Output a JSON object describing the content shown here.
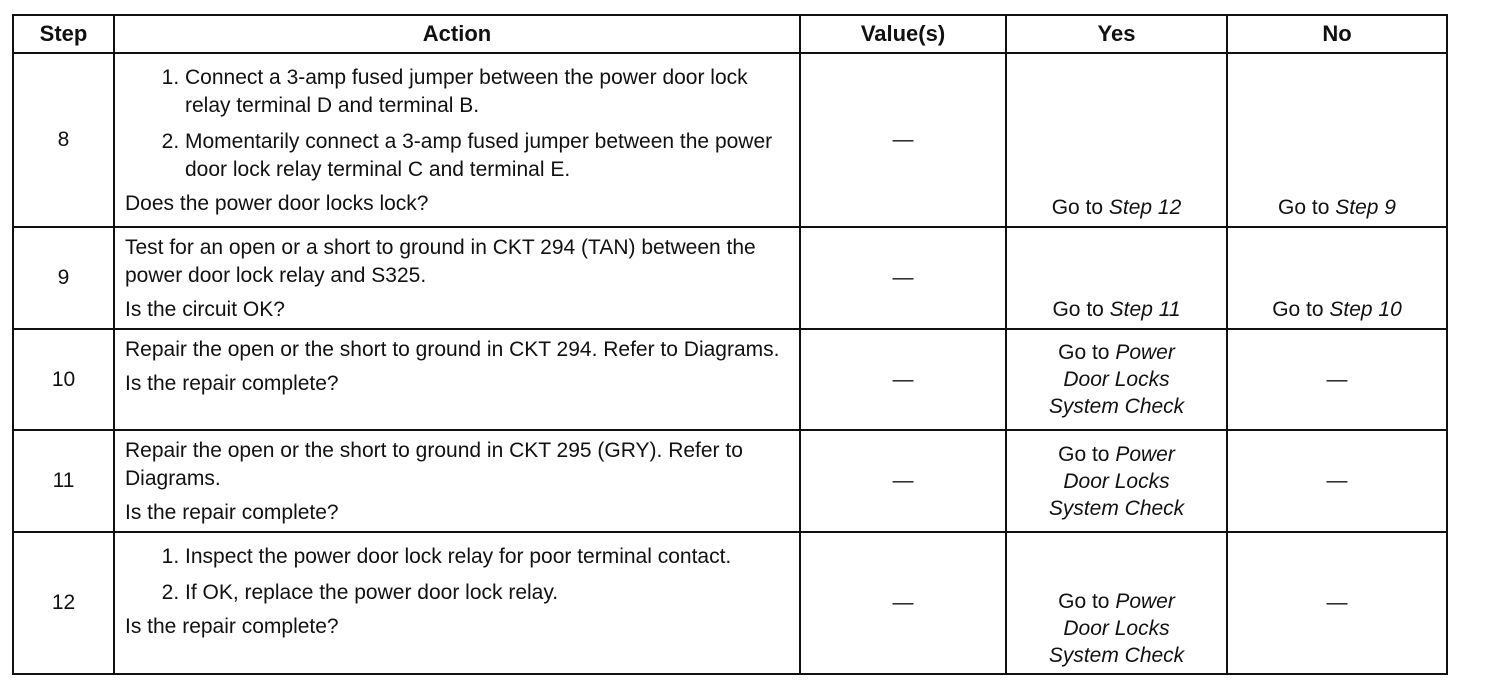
{
  "headers": {
    "step": "Step",
    "action": "Action",
    "values": "Value(s)",
    "yes": "Yes",
    "no": "No"
  },
  "rows": [
    {
      "step": "8",
      "items": [
        "Connect a 3-amp fused jumper between the power door lock relay terminal D and terminal B.",
        "Momentarily connect a 3-amp fused jumper between the power door lock relay terminal C and terminal E."
      ],
      "question": "Does the power door locks lock?",
      "value": "—",
      "yes_prefix": "Go to ",
      "yes_target": "Step 12",
      "no_prefix": "Go to ",
      "no_target": "Step 9"
    },
    {
      "step": "9",
      "text": "Test for an open or a short to ground in CKT 294 (TAN) between the power door lock relay and S325.",
      "question": "Is the circuit OK?",
      "value": "—",
      "yes_prefix": "Go to ",
      "yes_target": "Step 11",
      "no_prefix": "Go to ",
      "no_target": "Step 10"
    },
    {
      "step": "10",
      "text": "Repair the open or the short to ground in CKT 294. Refer to Diagrams.",
      "question": "Is the repair complete?",
      "value": "—",
      "yes_prefix": "Go to ",
      "yes_target_1": "Power",
      "yes_target_2": "Door Locks",
      "yes_target_3": "System Check",
      "no": "—"
    },
    {
      "step": "11",
      "text": "Repair the open or the short to ground in CKT 295 (GRY). Refer to Diagrams.",
      "question": "Is the repair complete?",
      "value": "—",
      "yes_prefix": "Go to ",
      "yes_target_1": "Power",
      "yes_target_2": "Door Locks",
      "yes_target_3": "System Check",
      "no": "—"
    },
    {
      "step": "12",
      "items": [
        "Inspect the power door lock relay for poor terminal contact.",
        "If OK, replace the power door lock relay."
      ],
      "question": "Is the repair complete?",
      "value": "—",
      "yes_prefix": "Go to ",
      "yes_target_1": "Power",
      "yes_target_2": "Door Locks",
      "yes_target_3": "System Check",
      "no": "—"
    }
  ]
}
